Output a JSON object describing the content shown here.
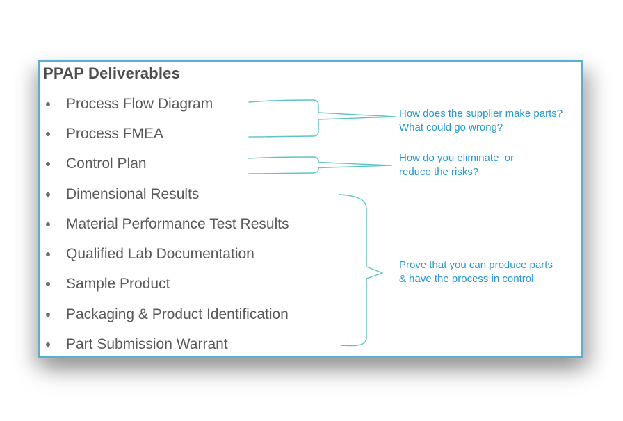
{
  "colors": {
    "card-border": "#5AAFCE",
    "title-gray": "#4D4D4F",
    "item-gray": "#59595B",
    "bullet-gray": "#6B6B6D",
    "brace-teal": "#5EC4C6",
    "accent-blue": "#2598CE"
  },
  "card": {
    "title": "PPAP Deliverables"
  },
  "deliverables": {
    "items": [
      "Process Flow Diagram",
      "Process FMEA",
      "Control Plan",
      "Dimensional Results",
      "Material Performance Test Results",
      "Qualified Lab Documentation",
      "Sample Product",
      "Packaging & Product Identification",
      "Part Submission Warrant"
    ]
  },
  "annotations": [
    {
      "text": "How does the supplier make parts?\nWhat could go wrong?"
    },
    {
      "text": "How do you eliminate  or\nreduce the risks?"
    },
    {
      "text": "Prove that you can produce parts\n& have the process in control"
    }
  ]
}
